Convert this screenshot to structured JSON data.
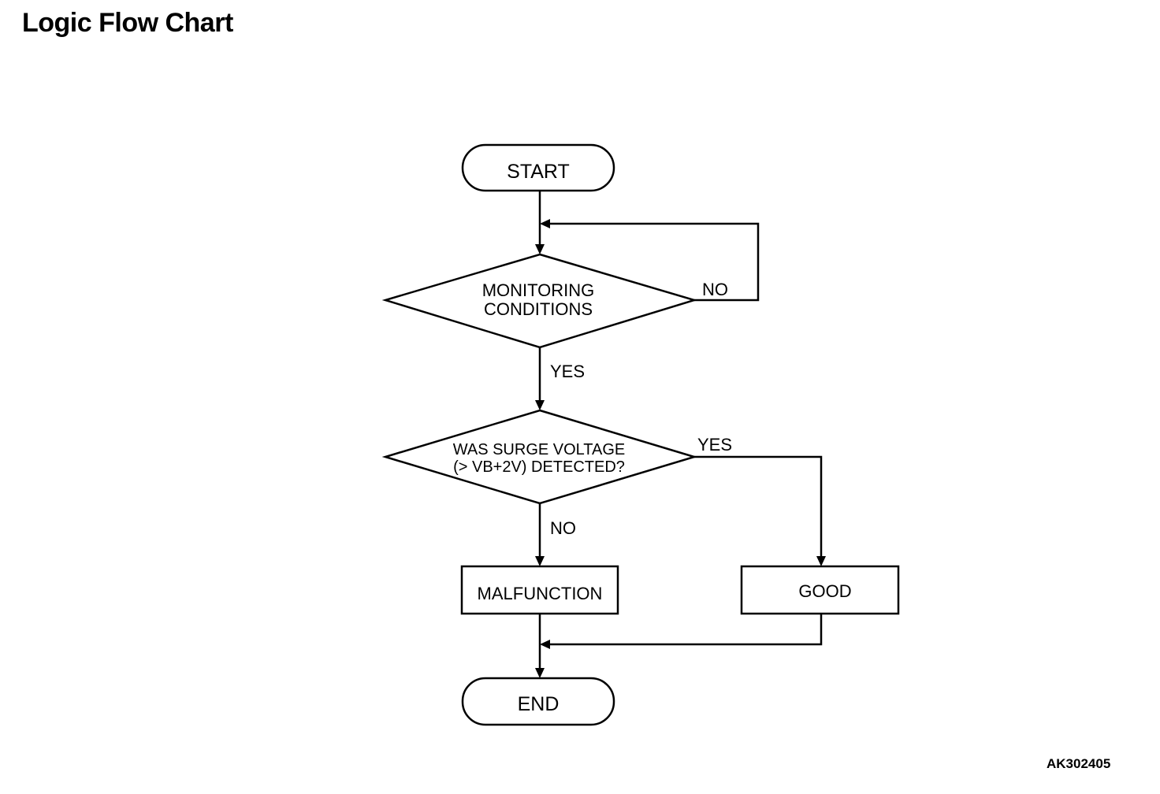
{
  "title": "Logic Flow Chart",
  "reference_code": "AK302405",
  "nodes": {
    "start": "START",
    "monitoring_line1": "MONITORING",
    "monitoring_line2": "CONDITIONS",
    "surge_line1": "WAS SURGE VOLTAGE",
    "surge_line2": "(> VB+2V) DETECTED?",
    "malfunction": "MALFUNCTION",
    "good": "GOOD",
    "end": "END"
  },
  "edges": {
    "monitoring_no": "NO",
    "monitoring_yes": "YES",
    "surge_yes": "YES",
    "surge_no": "NO"
  }
}
